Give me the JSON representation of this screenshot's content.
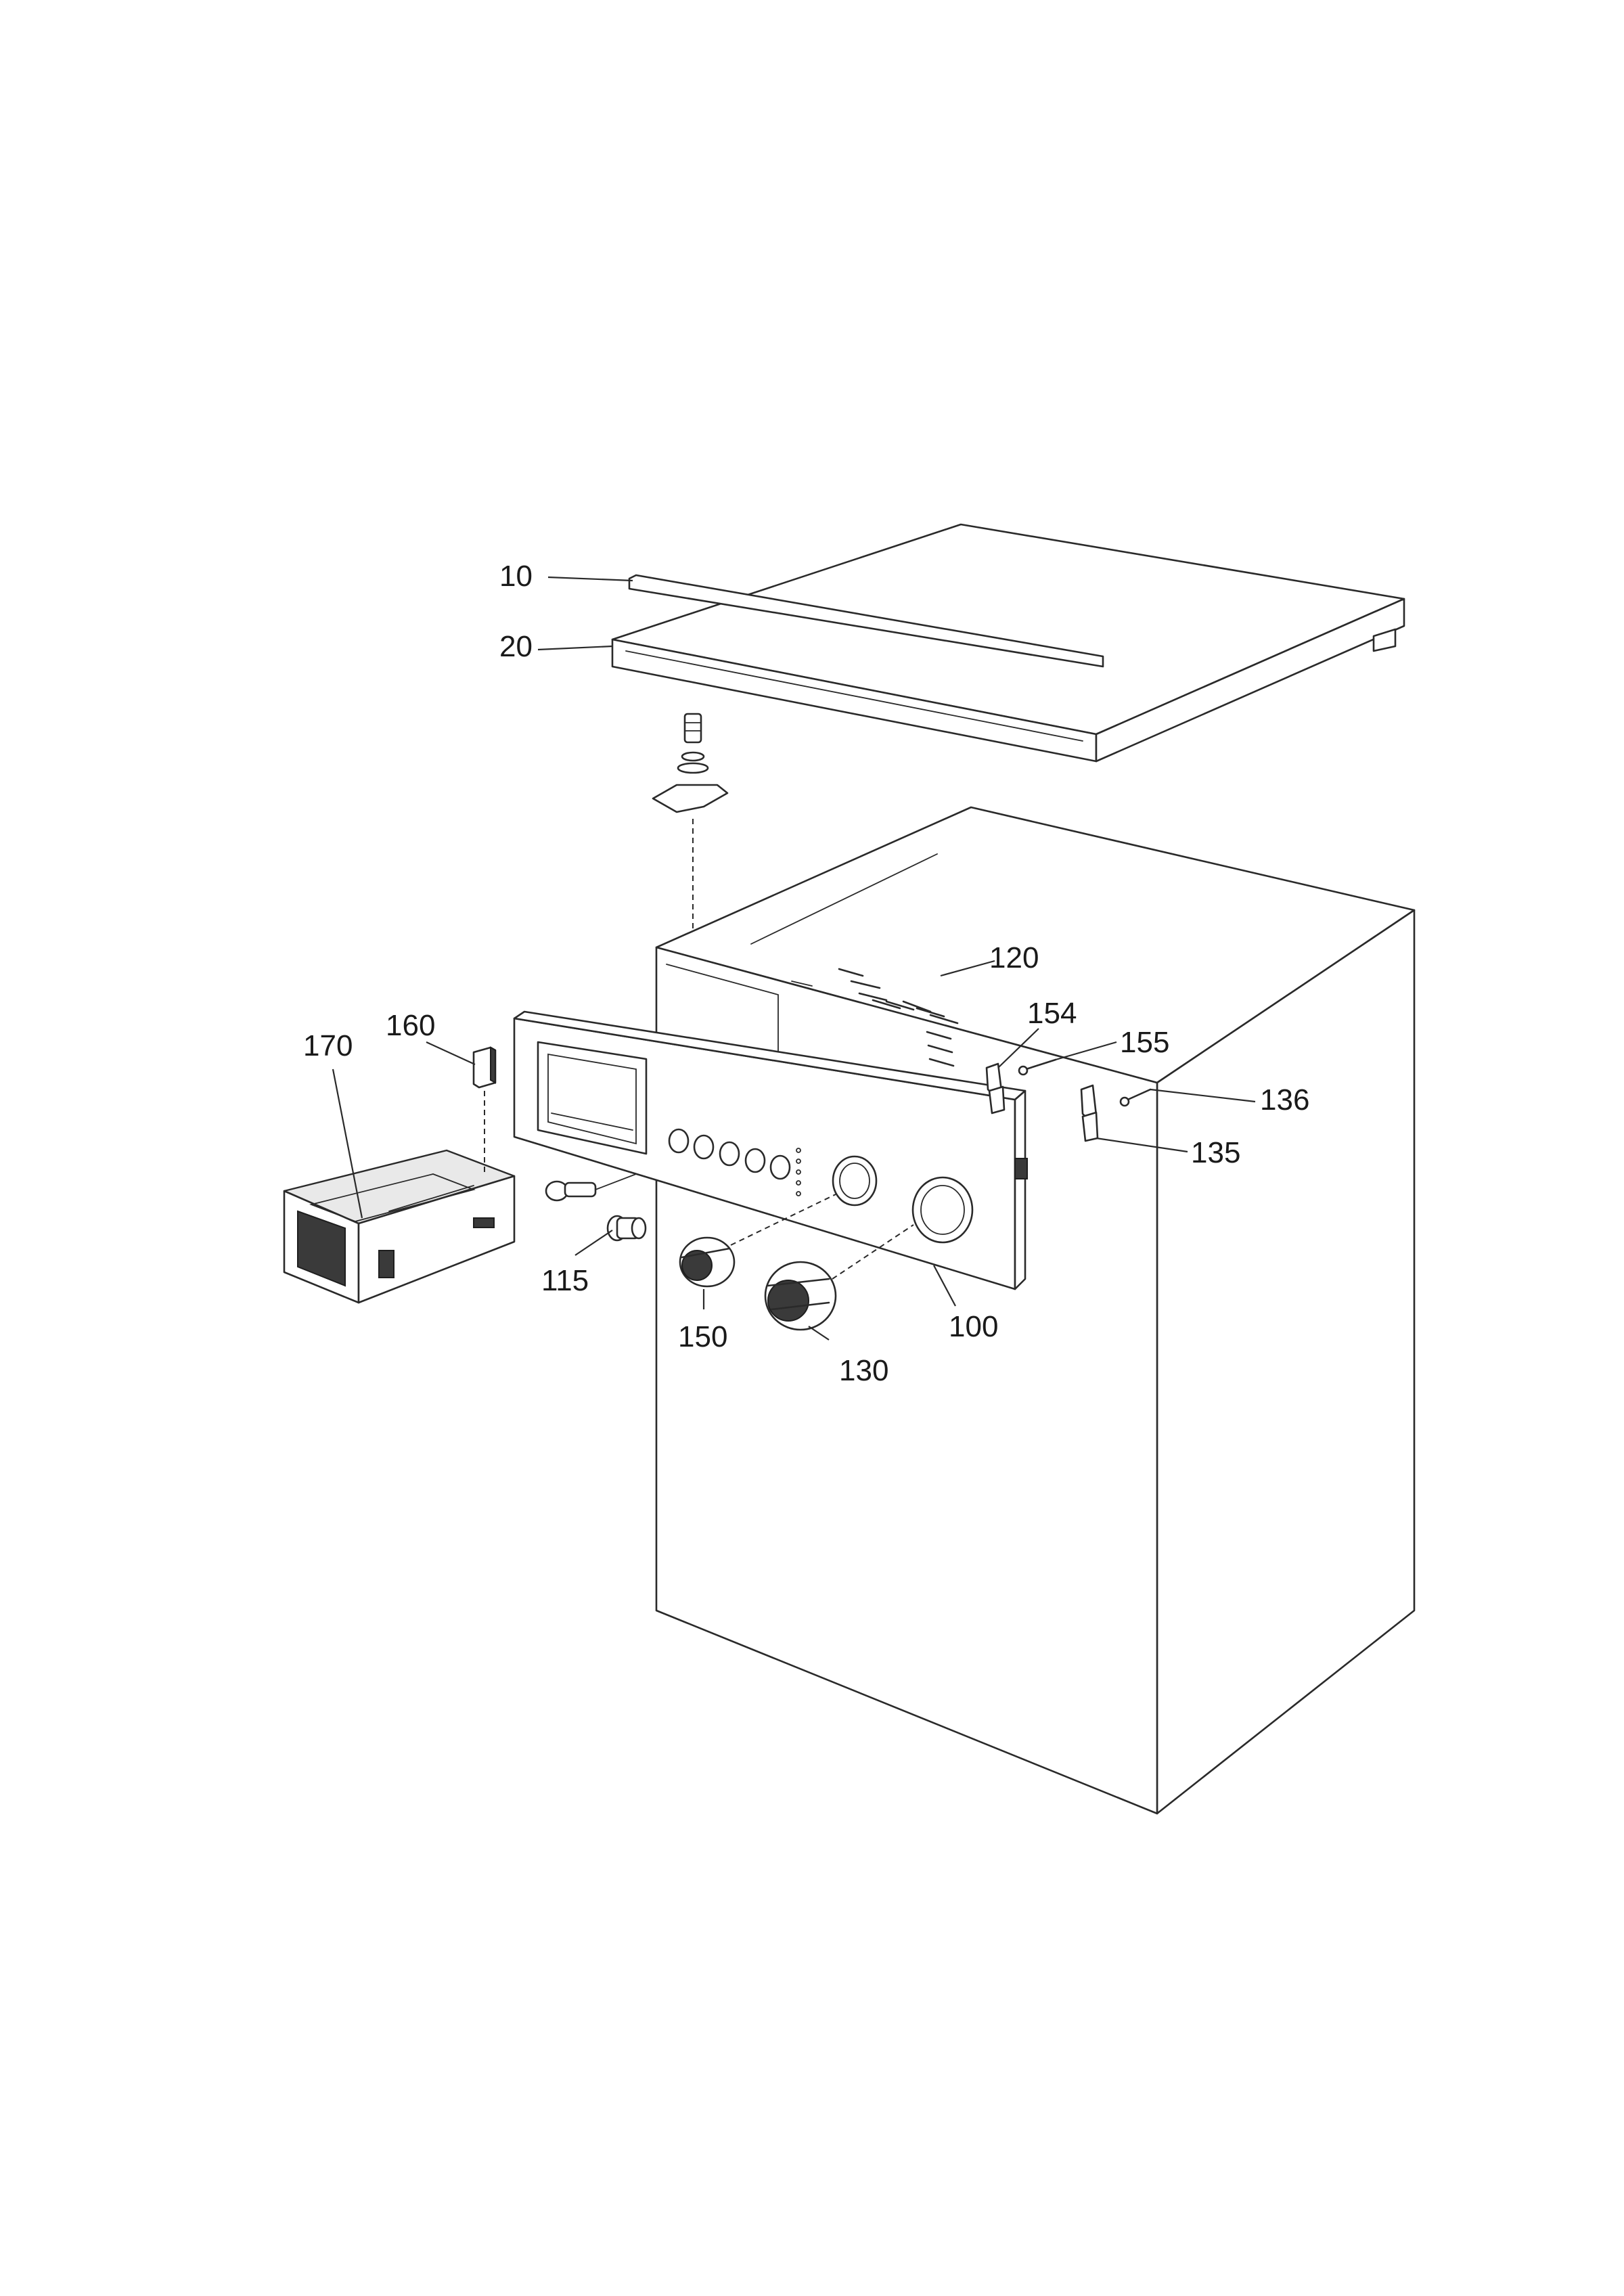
{
  "callouts": [
    {
      "id": "10",
      "text": "10"
    },
    {
      "id": "20",
      "text": "20"
    },
    {
      "id": "120",
      "text": "120"
    },
    {
      "id": "154",
      "text": "154"
    },
    {
      "id": "155",
      "text": "155"
    },
    {
      "id": "136",
      "text": "136"
    },
    {
      "id": "135",
      "text": "135"
    },
    {
      "id": "170",
      "text": "170"
    },
    {
      "id": "160",
      "text": "160"
    },
    {
      "id": "115",
      "text": "115"
    },
    {
      "id": "150",
      "text": "150"
    },
    {
      "id": "130",
      "text": "130"
    },
    {
      "id": "100",
      "text": "100"
    }
  ]
}
